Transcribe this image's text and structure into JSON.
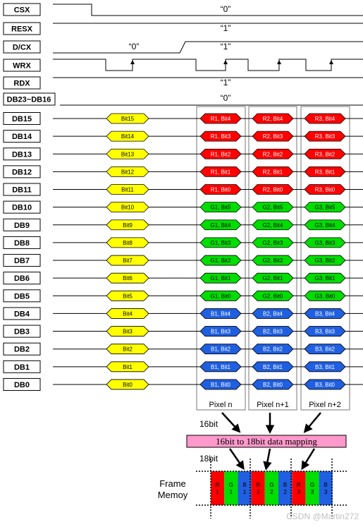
{
  "control_signals": [
    {
      "name": "CSX"
    },
    {
      "name": "RESX",
      "value": "“1”"
    },
    {
      "name": "D/CX",
      "value_low": "“0”",
      "value_high": "“1”"
    },
    {
      "name": "WRX"
    },
    {
      "name": "RDX",
      "value": "“1”"
    },
    {
      "name": "DB23~DB16",
      "value": "“0”"
    }
  ],
  "csx_value": "“0”",
  "data_rows": [
    {
      "name": "DB15",
      "input": "Bit15",
      "p1": "R1, Bit4",
      "p2": "R2, Bit4",
      "p3": "R3, Bit4",
      "color": "red"
    },
    {
      "name": "DB14",
      "input": "Bit14",
      "p1": "R1, Bit3",
      "p2": "R2, Bit3",
      "p3": "R3, Bit3",
      "color": "red"
    },
    {
      "name": "DB13",
      "input": "Bit13",
      "p1": "R1, Bit2",
      "p2": "R2, Bit2",
      "p3": "R3, Bit2",
      "color": "red"
    },
    {
      "name": "DB12",
      "input": "Bit12",
      "p1": "R1, Bit1",
      "p2": "R2, Bit1",
      "p3": "R3, Bit1",
      "color": "red"
    },
    {
      "name": "DB11",
      "input": "Bit11",
      "p1": "R1, Bit0",
      "p2": "R2, Bit0",
      "p3": "R3, Bit0",
      "color": "red"
    },
    {
      "name": "DB10",
      "input": "Bit10",
      "p1": "G1, Bit5",
      "p2": "G2, Bit5",
      "p3": "G3, Bit5",
      "color": "green"
    },
    {
      "name": "DB9",
      "input": "Bit9",
      "p1": "G1, Bit4",
      "p2": "G2, Bit4",
      "p3": "G3, Bit4",
      "color": "green"
    },
    {
      "name": "DB8",
      "input": "Bit8",
      "p1": "G1, Bit3",
      "p2": "G2, Bit3",
      "p3": "G3, Bit3",
      "color": "green"
    },
    {
      "name": "DB7",
      "input": "Bit7",
      "p1": "G1, Bit2",
      "p2": "G2, Bit2",
      "p3": "G3, Bit2",
      "color": "green"
    },
    {
      "name": "DB6",
      "input": "Bit6",
      "p1": "G1, Bit1",
      "p2": "G2, Bit1",
      "p3": "G3, Bit1",
      "color": "green"
    },
    {
      "name": "DB5",
      "input": "Bit5",
      "p1": "G1, Bit0",
      "p2": "G2, Bit0",
      "p3": "G3, Bit0",
      "color": "green"
    },
    {
      "name": "DB4",
      "input": "Bit4",
      "p1": "B1, Bit4",
      "p2": "B2, Bit4",
      "p3": "B3, Bit4",
      "color": "blue"
    },
    {
      "name": "DB3",
      "input": "Bit3",
      "p1": "B1, Bit3",
      "p2": "B2, Bit3",
      "p3": "B3, Bit3",
      "color": "blue"
    },
    {
      "name": "DB2",
      "input": "Bit2",
      "p1": "B1, Bit2",
      "p2": "B2, Bit2",
      "p3": "B3, Bit2",
      "color": "blue"
    },
    {
      "name": "DB1",
      "input": "Bit1",
      "p1": "B1, Bit1",
      "p2": "B2, Bit1",
      "p3": "B3, Bit1",
      "color": "blue"
    },
    {
      "name": "DB0",
      "input": "Bit0",
      "p1": "B1, Bit0",
      "p2": "B2, Bit0",
      "p3": "B3, Bit0",
      "color": "blue"
    }
  ],
  "pixel_labels": [
    "Pixel n",
    "Pixel n+1",
    "Pixel n+2"
  ],
  "label_16bit": "16bit",
  "mapping_label": "16bit to 18bit data mapping",
  "label_18bit": "18bit",
  "frame_memory_line1": "Frame",
  "frame_memory_line2": "Memoy",
  "fm_cells": [
    {
      "c": "R",
      "n": "1",
      "color": "red"
    },
    {
      "c": "G",
      "n": "1",
      "color": "green"
    },
    {
      "c": "B",
      "n": "1",
      "color": "blue"
    },
    {
      "c": "R",
      "n": "2",
      "color": "red"
    },
    {
      "c": "G",
      "n": "2",
      "color": "green"
    },
    {
      "c": "B",
      "n": "2",
      "color": "blue"
    },
    {
      "c": "R",
      "n": "3",
      "color": "red"
    },
    {
      "c": "G",
      "n": "3",
      "color": "green"
    },
    {
      "c": "B",
      "n": "3",
      "color": "blue"
    }
  ],
  "watermark": "CSDN @Martin272",
  "colors": {
    "red": "#ff0000",
    "green": "#00dd00",
    "blue": "#1f5fe0",
    "yellow": "#ffff00",
    "mapping_box": "#ff99cc"
  }
}
